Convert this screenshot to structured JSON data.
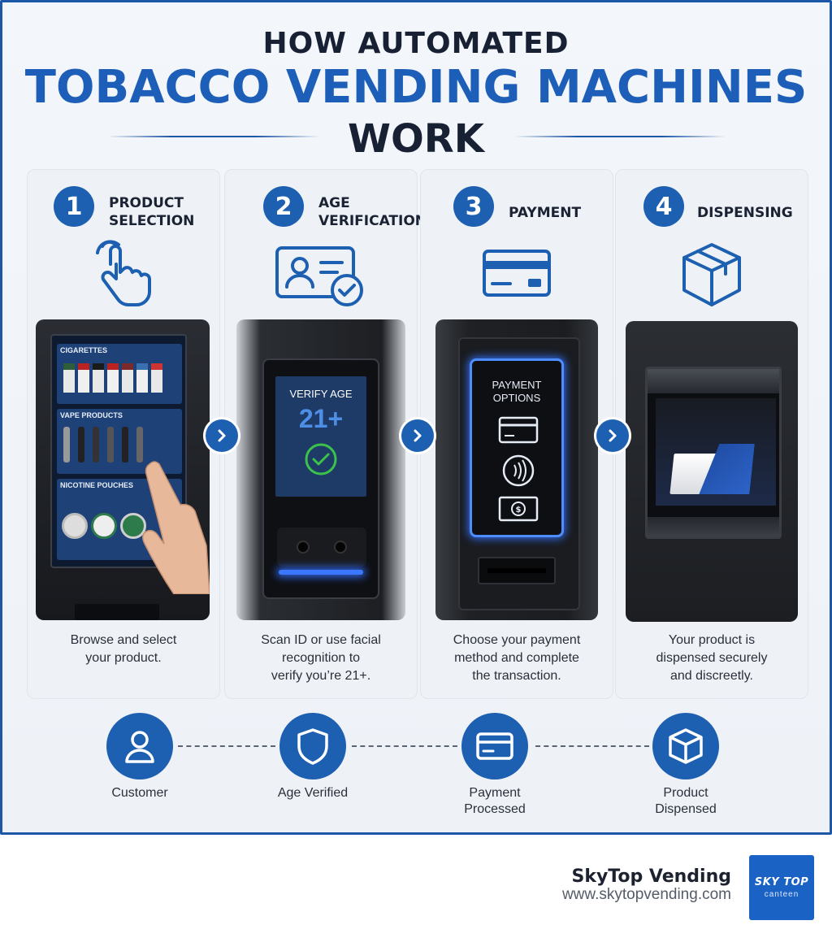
{
  "header": {
    "line1": "HOW AUTOMATED",
    "line2": "TOBACCO VENDING MACHINES",
    "line3": "WORK"
  },
  "steps": [
    {
      "number": "1",
      "title": "PRODUCT\nSELECTION",
      "caption": "Browse and select\nyour product.",
      "icon": "hand-pointer-icon"
    },
    {
      "number": "2",
      "title": "AGE\nVERIFICATION",
      "caption": "Scan ID or use facial\nrecognition to\nverify you’re 21+.",
      "icon": "id-card-check-icon"
    },
    {
      "number": "3",
      "title": "PAYMENT",
      "caption": "Choose your payment\nmethod and complete\nthe transaction.",
      "icon": "credit-card-icon"
    },
    {
      "number": "4",
      "title": "DISPENSING",
      "caption": "Your product is\ndispensed securely\nand discreetly.",
      "icon": "box-icon"
    }
  ],
  "kiosk1": {
    "cat1": "CIGARETTES",
    "cat2": "VAPE PRODUCTS",
    "cat3": "NICOTINE POUCHES"
  },
  "kiosk2": {
    "title": "VERIFY AGE",
    "age": "21+"
  },
  "kiosk3": {
    "title_line1": "PAYMENT",
    "title_line2": "OPTIONS"
  },
  "flow": [
    {
      "label": "Customer",
      "icon": "user-icon"
    },
    {
      "label": "Age Verified",
      "icon": "shield-icon"
    },
    {
      "label": "Payment\nProcessed",
      "icon": "card-icon"
    },
    {
      "label": "Product\nDispensed",
      "icon": "cube-icon"
    }
  ],
  "brand": {
    "name": "SkyTop Vending",
    "url": "www.skytopvending.com",
    "logo_top": "SKY TOP",
    "logo_bottom": "canteen"
  },
  "colors": {
    "accent": "#1d5fb0",
    "dark": "#182133",
    "frame": "#1d57a8"
  }
}
